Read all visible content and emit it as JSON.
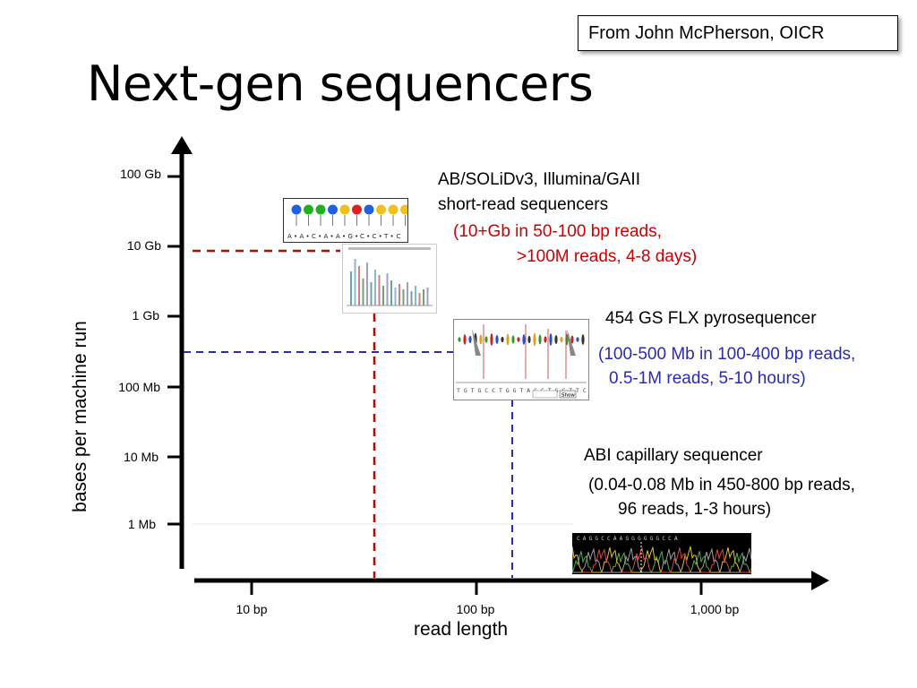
{
  "header": {
    "credit": "From John McPherson, OICR",
    "title": "Next-gen sequencers"
  },
  "chart_data": {
    "type": "scatter",
    "title": "Next-gen sequencers",
    "xlabel": "read length",
    "ylabel": "bases per machine run",
    "x_scale": "log",
    "y_scale": "log",
    "x_ticks": [
      "10 bp",
      "100 bp",
      "1,000 bp"
    ],
    "y_ticks": [
      "100 Gb",
      "10 Gb",
      "1 Gb",
      "100 Mb",
      "10 Mb",
      "1 Mb"
    ],
    "series": [
      {
        "name": "AB/SOLiDv3, Illumina/GAII short-read sequencers",
        "color": "#cc0000",
        "read_length_bp": 35,
        "bases_per_run": "10 Gb",
        "guide_lines": "dashed"
      },
      {
        "name": "454 GS FLX pyrosequencer",
        "color": "#2a2ab5",
        "read_length_bp": 150,
        "bases_per_run": "300 Mb",
        "guide_lines": "dashed"
      },
      {
        "name": "ABI capillary sequencer",
        "color": "#000000",
        "read_length_bp": 600,
        "bases_per_run": "0.05 Mb",
        "guide_lines": "none"
      }
    ]
  },
  "annotations": {
    "short_read_line1": "AB/SOLiDv3, Illumina/GAII",
    "short_read_line2": "short-read sequencers",
    "short_read_detail1": "(10+Gb in 50-100 bp reads,",
    "short_read_detail2": ">100M reads, 4-8 days)",
    "pyro_title": "454 GS FLX pyrosequencer",
    "pyro_detail1": "(100-500 Mb in 100-400 bp reads,",
    "pyro_detail2": "0.5-1M reads, 5-10 hours)",
    "abi_title": "ABI capillary sequencer",
    "abi_detail1": "(0.04-0.08 Mb in 450-800 bp reads,",
    "abi_detail2": "96 reads, 1-3 hours)"
  },
  "thumbnails": {
    "solid_bases": [
      "A",
      "A",
      "C",
      "A",
      "A",
      "G",
      "C",
      "C",
      "T",
      "C"
    ],
    "solid_colors": [
      "#1f5fe0",
      "#22b022",
      "#22b022",
      "#1f5fe0",
      "#f0c020",
      "#e02020",
      "#1f5fe0",
      "#f0c020",
      "#f0c020",
      "#f0c020"
    ],
    "pyro_bases": "TGTGCCTGGTAGCTGCTTCGGGTTGGG",
    "pyro_button": "Show",
    "capillary_bases": "CAGGCCAAGGGGGGCCA"
  }
}
